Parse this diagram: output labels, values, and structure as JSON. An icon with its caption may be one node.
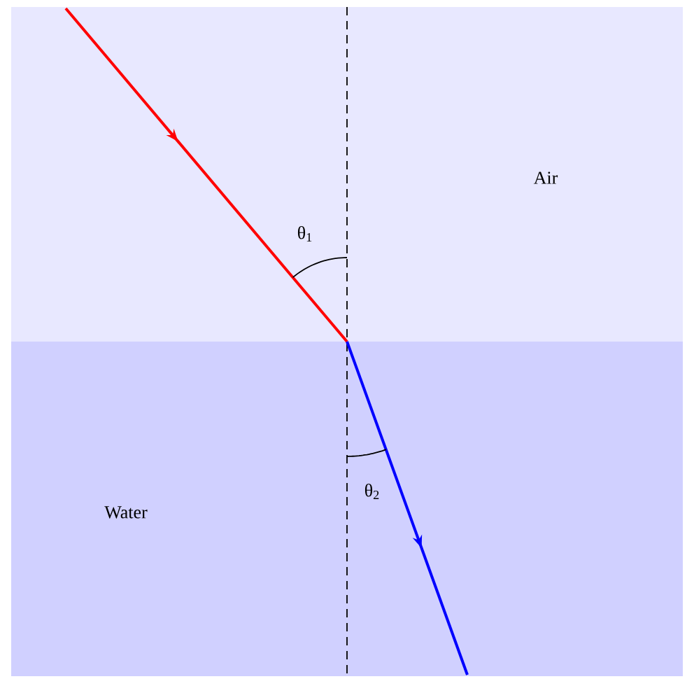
{
  "diagram": {
    "nodes": [
      {
        "text": [
          "Air"
        ]
      },
      {
        "text": [
          "Water"
        ]
      }
    ],
    "labels": [
      "θ$_{1}$",
      "θ$_{2}$"
    ]
  }
}
